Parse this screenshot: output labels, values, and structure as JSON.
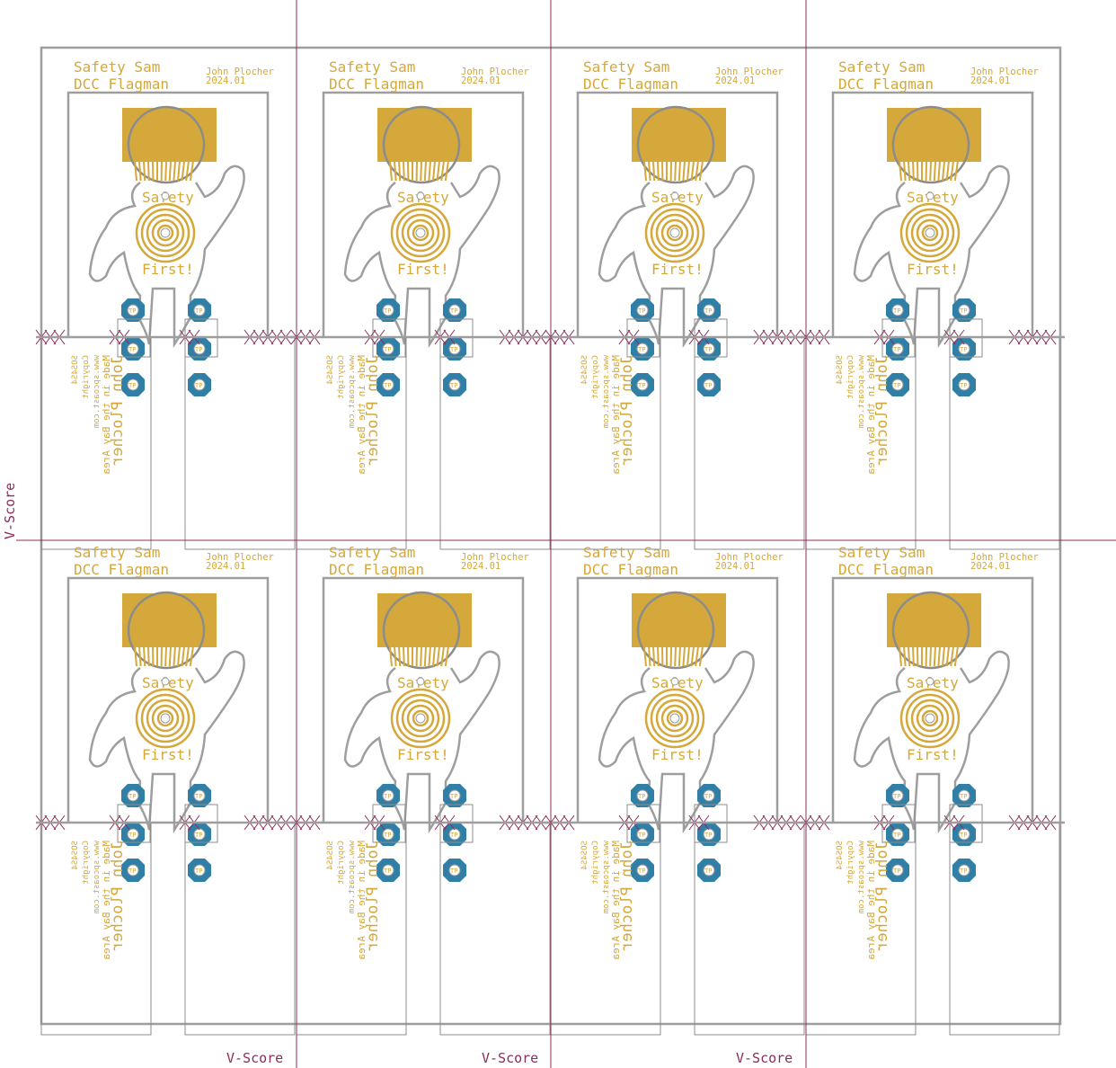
{
  "panel": {
    "rows": 2,
    "cols": 4,
    "board": {
      "title_line1": "Safety Sam",
      "title_line2": "DCC Flagman",
      "author": "John Plocher",
      "version": "2024.01",
      "body_text_top": "Safety",
      "body_text_bottom": "First!",
      "pad_label": "TP",
      "mirrored_line1": "John Plocher",
      "mirrored_line2": "Made in the Bay Area",
      "mirrored_line3": "www.spcoast.com",
      "mirrored_line4": "Copyright",
      "mirrored_line5": "SOS4S4"
    },
    "score_label": "V-Score"
  },
  "colors": {
    "background": "#ffffff",
    "outline": "#9e9e9e",
    "silkscreen": "#d4a83a",
    "pad": "#2f7fa6",
    "score_line": "#8b2c5a",
    "hatch": "#b8b8b8"
  }
}
